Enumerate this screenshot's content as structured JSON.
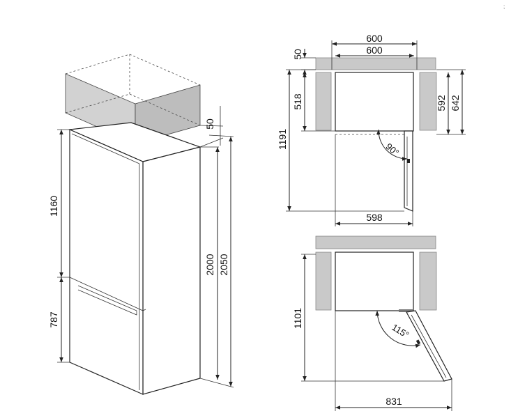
{
  "corner_mark": ";",
  "fridge_3d": {
    "dims": {
      "top_gap": "50",
      "upper_height": "1160",
      "lower_height": "787",
      "body_height": "2000",
      "total_height": "2050"
    }
  },
  "top_view_90": {
    "dims": {
      "niche_width": "600",
      "body_width": "600",
      "top_gap": "50",
      "body_depth": "518",
      "side_depth_a": "592",
      "side_depth_b": "642",
      "total_depth": "1191",
      "bottom_width": "598",
      "angle": "90°"
    }
  },
  "top_view_115": {
    "dims": {
      "depth": "1101",
      "width": "831",
      "angle": "115°"
    }
  }
}
